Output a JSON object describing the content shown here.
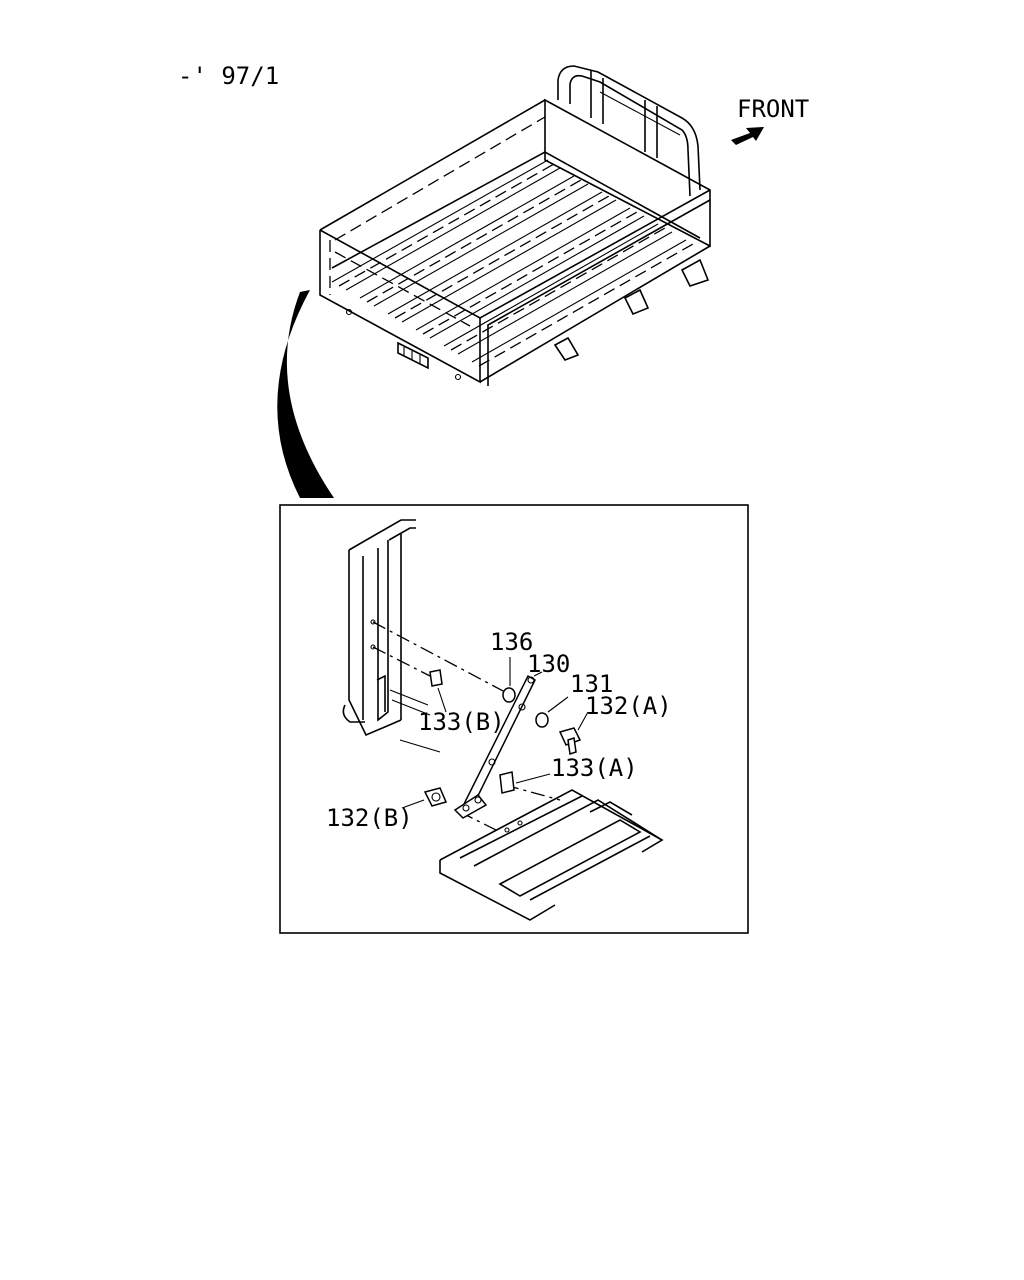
{
  "header": {
    "code": "-' 97/1"
  },
  "orientation": {
    "label": "FRONT"
  },
  "callouts": {
    "p136": "136",
    "p130": "130",
    "p131": "131",
    "p132a": "132(A)",
    "p133b": "133(B)",
    "p133a": "133(A)",
    "p132b": "132(B)"
  }
}
